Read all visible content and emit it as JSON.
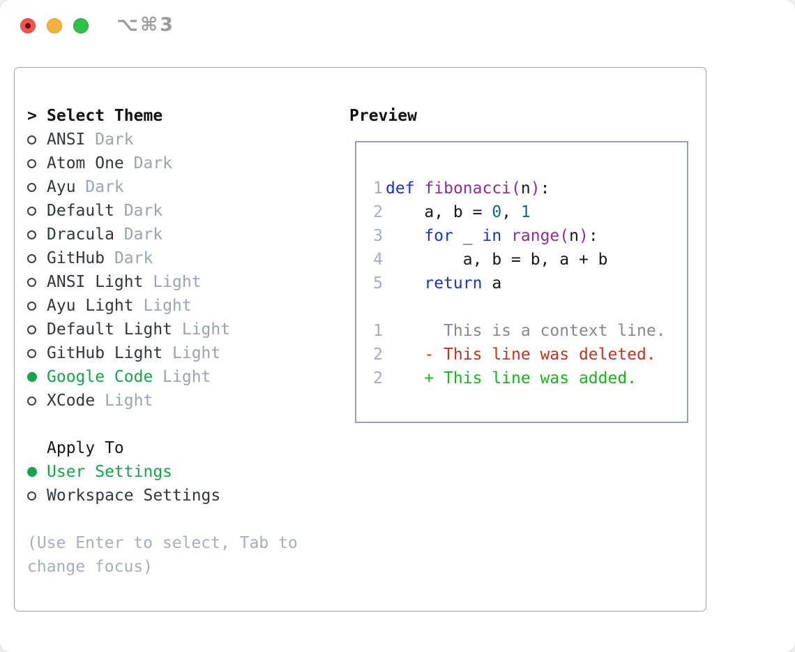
{
  "window": {
    "title": "⌥⌘3",
    "traffic_lights": [
      "close",
      "minimize",
      "zoom"
    ]
  },
  "theme_panel": {
    "prompt": ">",
    "header": "Select Theme",
    "items": [
      {
        "name": "ANSI",
        "tag": "Dark",
        "selected": false
      },
      {
        "name": "Atom One",
        "tag": "Dark",
        "selected": false
      },
      {
        "name": "Ayu",
        "tag": "Dark",
        "selected": false
      },
      {
        "name": "Default",
        "tag": "Dark",
        "selected": false
      },
      {
        "name": "Dracula",
        "tag": "Dark",
        "selected": false
      },
      {
        "name": "GitHub",
        "tag": "Dark",
        "selected": false
      },
      {
        "name": "ANSI Light",
        "tag": "Light",
        "selected": false
      },
      {
        "name": "Ayu Light",
        "tag": "Light",
        "selected": false
      },
      {
        "name": "Default Light",
        "tag": "Light",
        "selected": false
      },
      {
        "name": "GitHub Light",
        "tag": "Light",
        "selected": false
      },
      {
        "name": "Google Code",
        "tag": "Light",
        "selected": true
      },
      {
        "name": "XCode",
        "tag": "Light",
        "selected": false
      }
    ]
  },
  "apply_panel": {
    "header": "Apply To",
    "options": [
      {
        "label": "User Settings",
        "selected": true
      },
      {
        "label": "Workspace Settings",
        "selected": false
      }
    ]
  },
  "help_text": "(Use Enter to select, Tab to change focus)",
  "preview": {
    "header": "Preview",
    "code_lines": [
      {
        "no": "1",
        "tokens": [
          [
            "kw",
            "def"
          ],
          [
            "pl",
            " "
          ],
          [
            "fn",
            "fibonacci("
          ],
          [
            "pl",
            "n"
          ],
          [
            "fn",
            ")"
          ],
          [
            "pl",
            ":"
          ]
        ]
      },
      {
        "no": "2",
        "tokens": [
          [
            "pl",
            "    a, b = "
          ],
          [
            "num",
            "0"
          ],
          [
            "pl",
            ", "
          ],
          [
            "num",
            "1"
          ]
        ]
      },
      {
        "no": "3",
        "tokens": [
          [
            "pl",
            "    "
          ],
          [
            "kw",
            "for"
          ],
          [
            "pl",
            " _ "
          ],
          [
            "kw",
            "in"
          ],
          [
            "pl",
            " "
          ],
          [
            "fn",
            "range("
          ],
          [
            "pl",
            "n"
          ],
          [
            "fn",
            ")"
          ],
          [
            "pl",
            ":"
          ]
        ]
      },
      {
        "no": "4",
        "tokens": [
          [
            "pl",
            "        a, b = b, a + b"
          ]
        ]
      },
      {
        "no": "5",
        "tokens": [
          [
            "pl",
            "    "
          ],
          [
            "kw",
            "return"
          ],
          [
            "pl",
            " a"
          ]
        ]
      }
    ],
    "diff_lines": [
      {
        "no": "1",
        "kind": "ctx",
        "text": "      This is a context line."
      },
      {
        "no": "2",
        "kind": "del",
        "text": "    - This line was deleted."
      },
      {
        "no": "2",
        "kind": "add",
        "text": "    + This line was added."
      }
    ]
  },
  "colors": {
    "selected_green": "#17a34a",
    "tag_gray": "#9aa3af",
    "help_gray": "#a8aeb9",
    "border_gray": "#99a1ad",
    "line_number_gray": "#a3adbd",
    "code_keyword_blue": "#1e32b4",
    "code_function_purple": "#8b2f8f",
    "code_number_teal": "#0d6e6e",
    "code_plain": "#17181a",
    "diff_context_gray": "#85898f",
    "diff_deleted_red": "#c43320",
    "diff_added_green": "#16b616",
    "title_gray": "#9b9b9b",
    "traffic_red": "#ee564d",
    "traffic_red_dot": "#6d0f0f",
    "traffic_yellow": "#f4b13e",
    "traffic_green": "#32bf46"
  }
}
